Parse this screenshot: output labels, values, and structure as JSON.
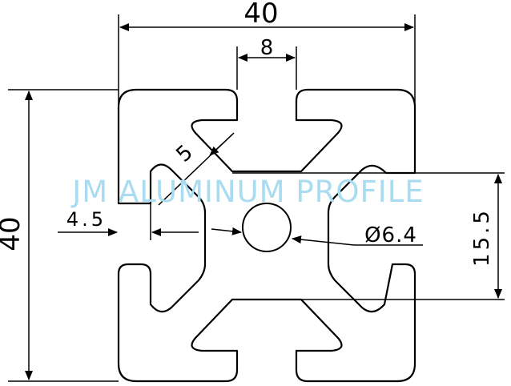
{
  "dimensions": {
    "width_total": "40",
    "height_total": "40",
    "slot_width": "8",
    "wall_angle": "5",
    "wall_thickness": "4.5",
    "bore_diameter": "Ø6.4",
    "slot_depth": "15.5"
  },
  "watermark": "JM ALUMINUM PROFILE",
  "colors": {
    "line": "#000000",
    "watermark": "#a9dcf0",
    "background": "#ffffff"
  }
}
